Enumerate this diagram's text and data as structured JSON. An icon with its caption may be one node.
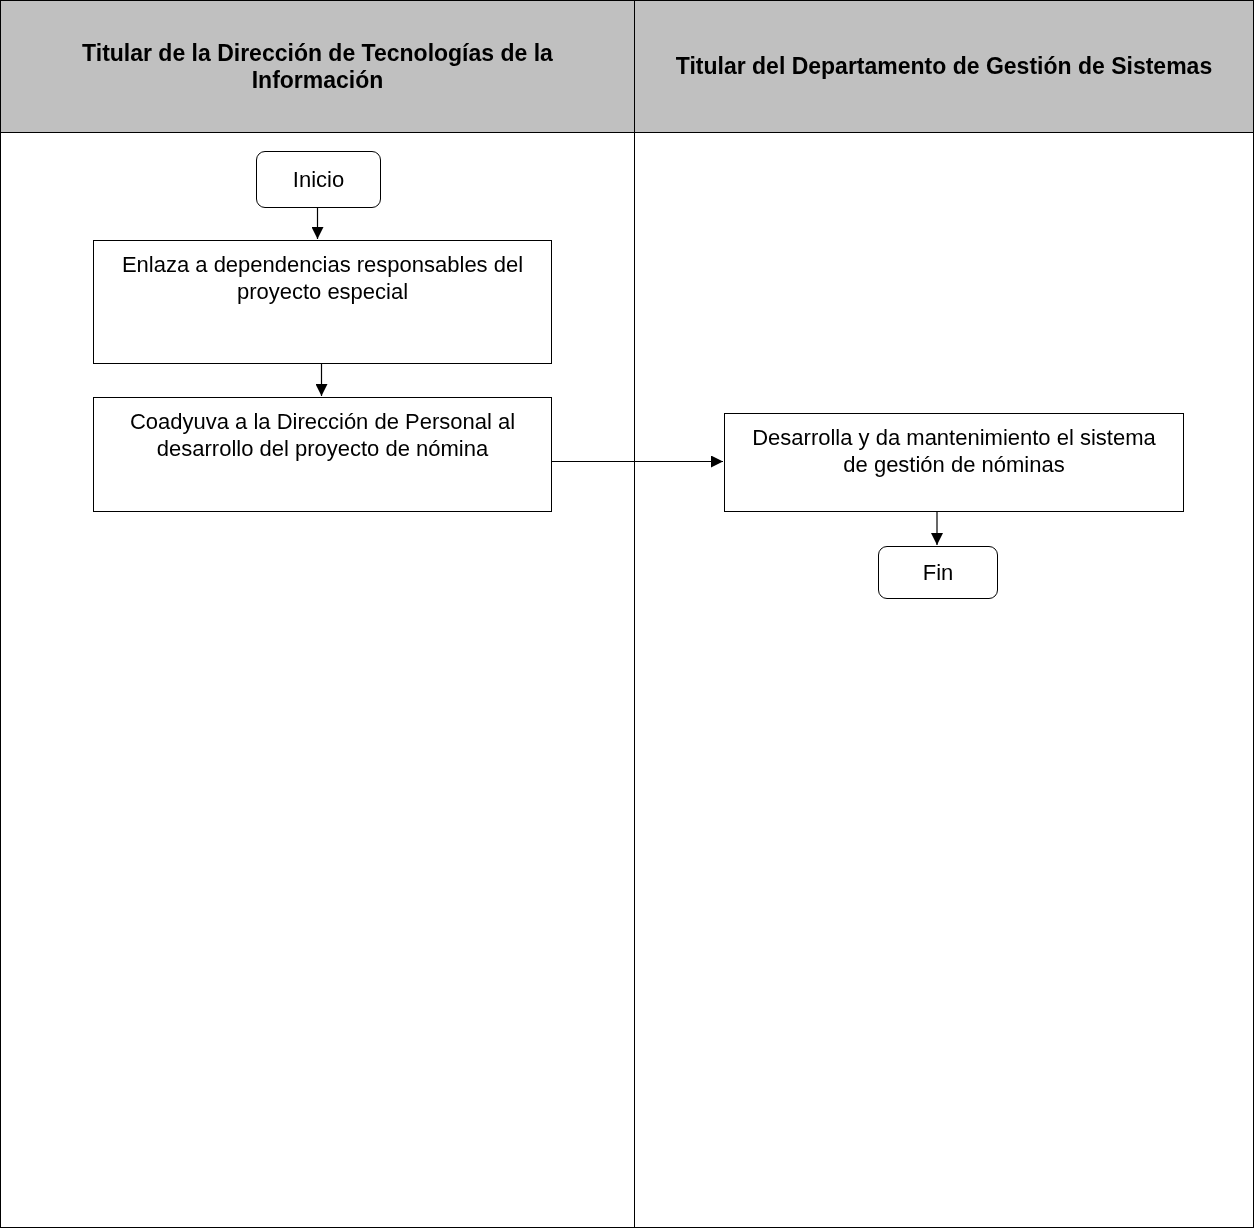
{
  "diagram": {
    "nodes": [
      {
        "text": [
          "Titular de la Dirección de Tecnologías de la Información"
        ]
      },
      {
        "text": [
          "Titular del Departamento de Gestión de Sistemas"
        ]
      },
      {
        "text": [
          "Inicio"
        ],
        "in": 0
      },
      {
        "text": [
          "Enlaza a dependencias responsables del proyecto especial"
        ],
        "in": 0
      },
      {
        "text": [
          "Coadyuva a la Dirección de Personal al desarrollo del proyecto de nómina"
        ],
        "in": 0
      },
      {
        "text": [
          "Desarrolla y da mantenimiento el sistema de gestión de nóminas"
        ],
        "in": 1
      },
      {
        "text": [
          "Fin"
        ],
        "in": 1
      }
    ],
    "edges": [
      {
        "from": 2,
        "to": 3,
        "arrow": "to"
      },
      {
        "from": 3,
        "to": 4,
        "arrow": "to"
      },
      {
        "from": 4,
        "to": 5,
        "arrow": "to"
      },
      {
        "from": 5,
        "to": 6,
        "arrow": "to"
      }
    ]
  }
}
